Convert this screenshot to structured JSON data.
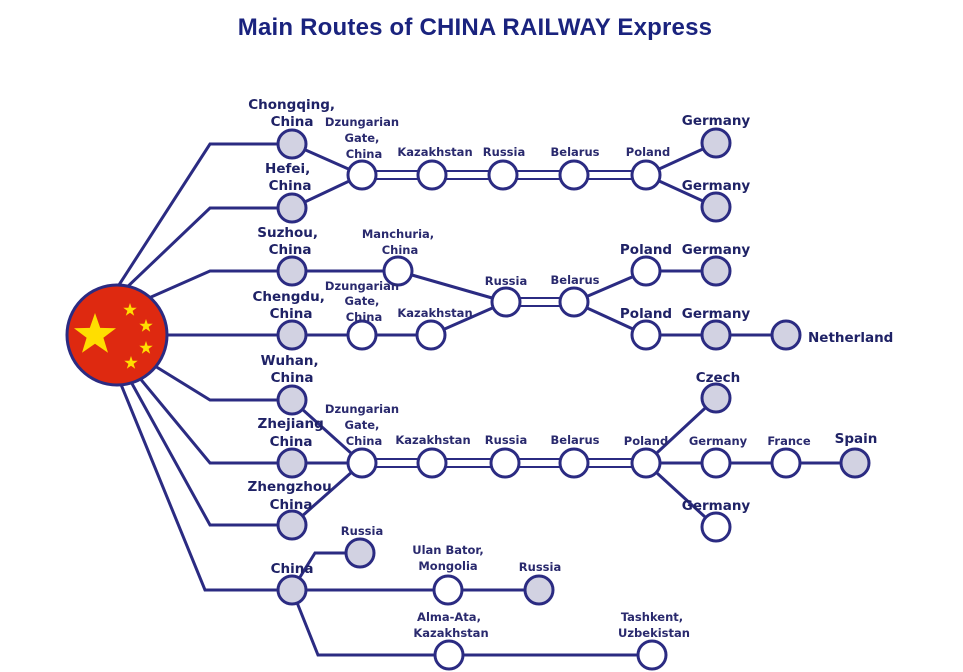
{
  "title": "Main Routes of CHINA RAILWAY Express",
  "colors": {
    "line": "#2b2b82",
    "text": "#2a2a6e",
    "title": "#1a237e",
    "flag_red": "#de2910",
    "flag_star": "#ffde00",
    "node_fill": "#d2d2e2"
  },
  "labels": {
    "chongqing": [
      "Chongqing,",
      "China"
    ],
    "hefei": [
      "Hefei,",
      "China"
    ],
    "suzhou": [
      "Suzhou,",
      "China"
    ],
    "chengdu": [
      "Chengdu,",
      "China"
    ],
    "wuhan": [
      "Wuhan,",
      "China"
    ],
    "zhejiang": [
      "Zhejiang",
      "China"
    ],
    "zhengzhou": [
      "Zhengzhou",
      "China"
    ],
    "china": "China",
    "dzungarian1": [
      "Dzungarian",
      "Gate,",
      "China"
    ],
    "dzungarian2": [
      "Dzungarian",
      "Gate,",
      "China"
    ],
    "dzungarian3": [
      "Dzungarian",
      "Gate,",
      "China"
    ],
    "manchuria": [
      "Manchuria,",
      "China"
    ],
    "kazakhstan1": "Kazakhstan",
    "kazakhstan2": "Kazakhstan",
    "kazakhstan3": "Kazakhstan",
    "russia1": "Russia",
    "russia2": "Russia",
    "russia3": "Russia",
    "russia4": "Russia",
    "russia5": "Russia",
    "belarus1": "Belarus",
    "belarus2": "Belarus",
    "belarus3": "Belarus",
    "poland1": "Poland",
    "poland2": "Poland",
    "poland3": "Poland",
    "poland4": "Poland",
    "germany1": "Germany",
    "germany2": "Germany",
    "germany3": "Germany",
    "germany4": "Germany",
    "germany5": "Germany",
    "germany6": "Germany",
    "netherland": "Netherland",
    "czech": "Czech",
    "france": "France",
    "spain": "Spain",
    "ulan": [
      "Ulan Bator,",
      "Mongolia"
    ],
    "almaata": [
      "Alma-Ata,",
      "Kazakhstan"
    ],
    "tashkent": [
      "Tashkent,",
      "Uzbekistan"
    ]
  }
}
